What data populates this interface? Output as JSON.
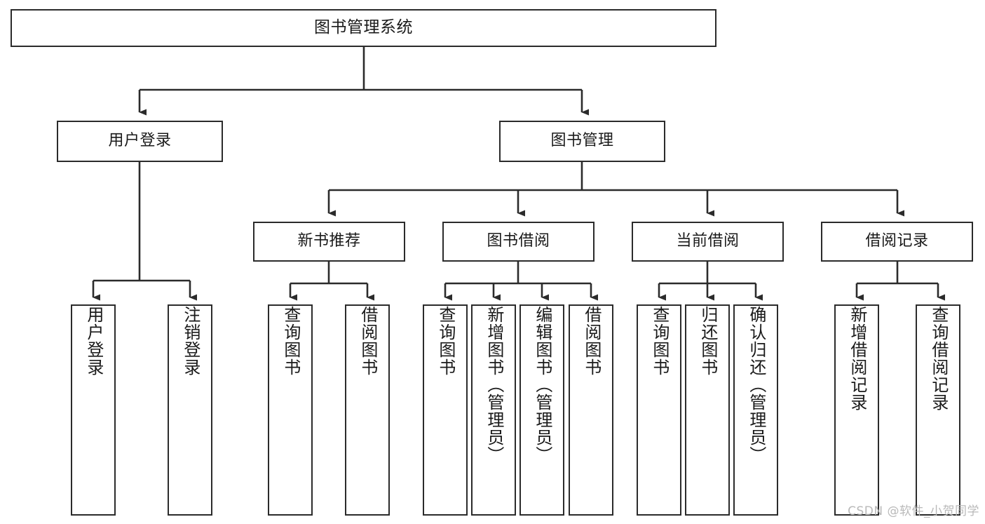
{
  "diagram": {
    "title": "图书管理系统",
    "watermark": "CSDN @软件_小贺同学",
    "colors": {
      "border": "#2b2b2b",
      "background": "#ffffff",
      "text": "#1a1a1a",
      "edge": "#2b2b2b",
      "watermark": "#b9b9b9"
    },
    "levels": {
      "root": "图书管理系统",
      "level2": [
        "用户登录",
        "图书管理"
      ],
      "level3": [
        "新书推荐",
        "图书借阅",
        "当前借阅",
        "借阅记录"
      ]
    },
    "nodes": {
      "root": {
        "label": "图书管理系统"
      },
      "user_login": {
        "label": "用户登录"
      },
      "book_manage": {
        "label": "图书管理"
      },
      "new_book_rec": {
        "label": "新书推荐"
      },
      "book_borrow": {
        "label": "图书借阅"
      },
      "current_borrow": {
        "label": "当前借阅"
      },
      "borrow_record": {
        "label": "借阅记录"
      },
      "leaf_user_login": {
        "label": "用户登录"
      },
      "leaf_logout": {
        "label": "注销登录"
      },
      "leaf_query_book_1": {
        "label": "查询图书"
      },
      "leaf_borrow_book_1": {
        "label": "借阅图书"
      },
      "leaf_query_book_2": {
        "label": "查询图书"
      },
      "leaf_add_book": {
        "label": "新增图书（管理员）"
      },
      "leaf_edit_book": {
        "label": "编辑图书（管理员）"
      },
      "leaf_borrow_book_2": {
        "label": "借阅图书"
      },
      "leaf_query_book_3": {
        "label": "查询图书"
      },
      "leaf_return_book": {
        "label": "归还图书"
      },
      "leaf_confirm_return": {
        "label": "确认归还（管理员）"
      },
      "leaf_add_record": {
        "label": "新增借阅记录"
      },
      "leaf_query_record": {
        "label": "查询借阅记录"
      }
    },
    "edges": [
      {
        "from": "root",
        "to": "user_login"
      },
      {
        "from": "root",
        "to": "book_manage"
      },
      {
        "from": "user_login",
        "to": "leaf_user_login"
      },
      {
        "from": "user_login",
        "to": "leaf_logout"
      },
      {
        "from": "book_manage",
        "to": "new_book_rec"
      },
      {
        "from": "book_manage",
        "to": "book_borrow"
      },
      {
        "from": "book_manage",
        "to": "current_borrow"
      },
      {
        "from": "book_manage",
        "to": "borrow_record"
      },
      {
        "from": "new_book_rec",
        "to": "leaf_query_book_1"
      },
      {
        "from": "new_book_rec",
        "to": "leaf_borrow_book_1"
      },
      {
        "from": "book_borrow",
        "to": "leaf_query_book_2"
      },
      {
        "from": "book_borrow",
        "to": "leaf_add_book"
      },
      {
        "from": "book_borrow",
        "to": "leaf_edit_book"
      },
      {
        "from": "book_borrow",
        "to": "leaf_borrow_book_2"
      },
      {
        "from": "current_borrow",
        "to": "leaf_query_book_3"
      },
      {
        "from": "current_borrow",
        "to": "leaf_return_book"
      },
      {
        "from": "current_borrow",
        "to": "leaf_confirm_return"
      },
      {
        "from": "borrow_record",
        "to": "leaf_add_record"
      },
      {
        "from": "borrow_record",
        "to": "leaf_query_record"
      }
    ]
  }
}
